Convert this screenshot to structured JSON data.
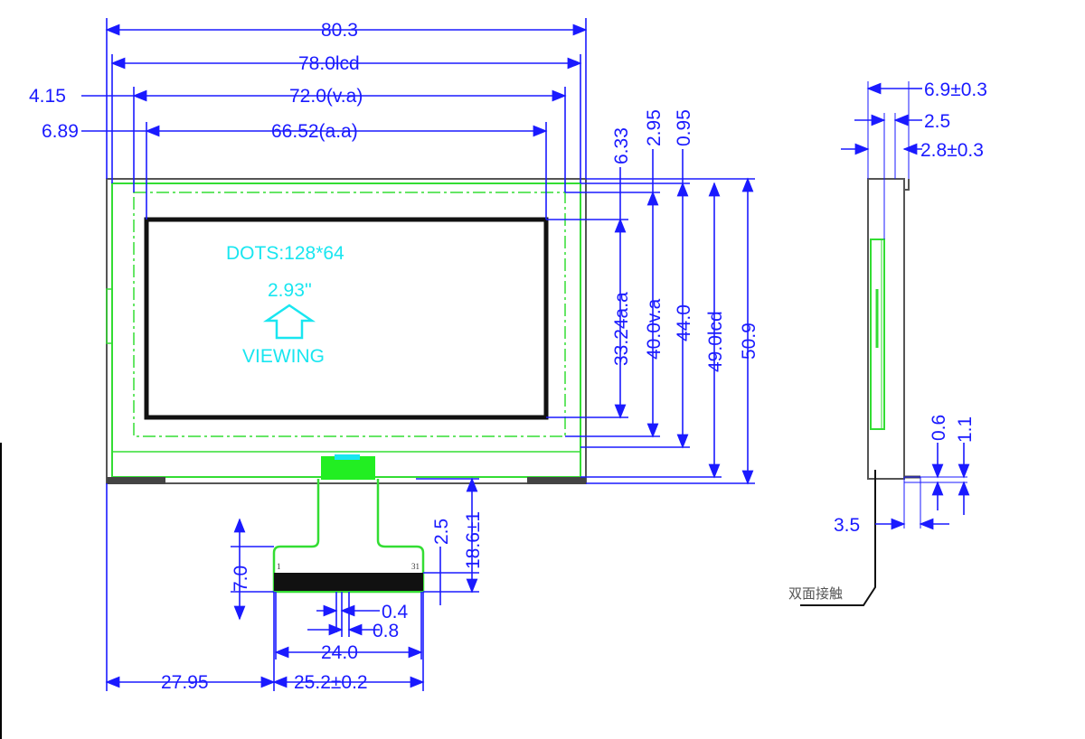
{
  "front_view": {
    "width_total": "80.3",
    "width_lcd": "78.0lcd",
    "width_va": "72.0(v.a)",
    "width_aa": "66.52(a.a)",
    "offset_va_left": "4.15",
    "offset_aa_left": "6.89",
    "offset_aa_top": "6.33",
    "offset_va_top": "2.95",
    "offset_lcd_top": "0.95",
    "height_aa": "33.24a.a",
    "height_va": "40.0v.a",
    "height_44": "44.0",
    "height_lcd": "49.0lcd",
    "height_total": "50.9",
    "screen_dots": "DOTS:128*64",
    "screen_size": "2.93''",
    "viewing_label": "VIEWING"
  },
  "fpc": {
    "pin_first": "1",
    "pin_last": "31",
    "stiffener": "2.5",
    "fpc_length": "18.6±1",
    "tail_height": "7.0",
    "pin_width": "0.4",
    "pin_pitch": "0.8",
    "pin_span": "24.0",
    "left_offset": "27.95",
    "tail_width": "25.2±0.2"
  },
  "side_view": {
    "thickness_total": "6.9±0.3",
    "thickness_glass": "2.5",
    "thickness_back": "2.8±0.3",
    "fpc_thickness": "0.6",
    "fpc_gap": "1.1",
    "bend": "3.5",
    "note": "双面接触"
  },
  "colors": {
    "dimension": "#1a1aff",
    "outline": "#33dd33",
    "screen_text": "#19e6f0"
  }
}
